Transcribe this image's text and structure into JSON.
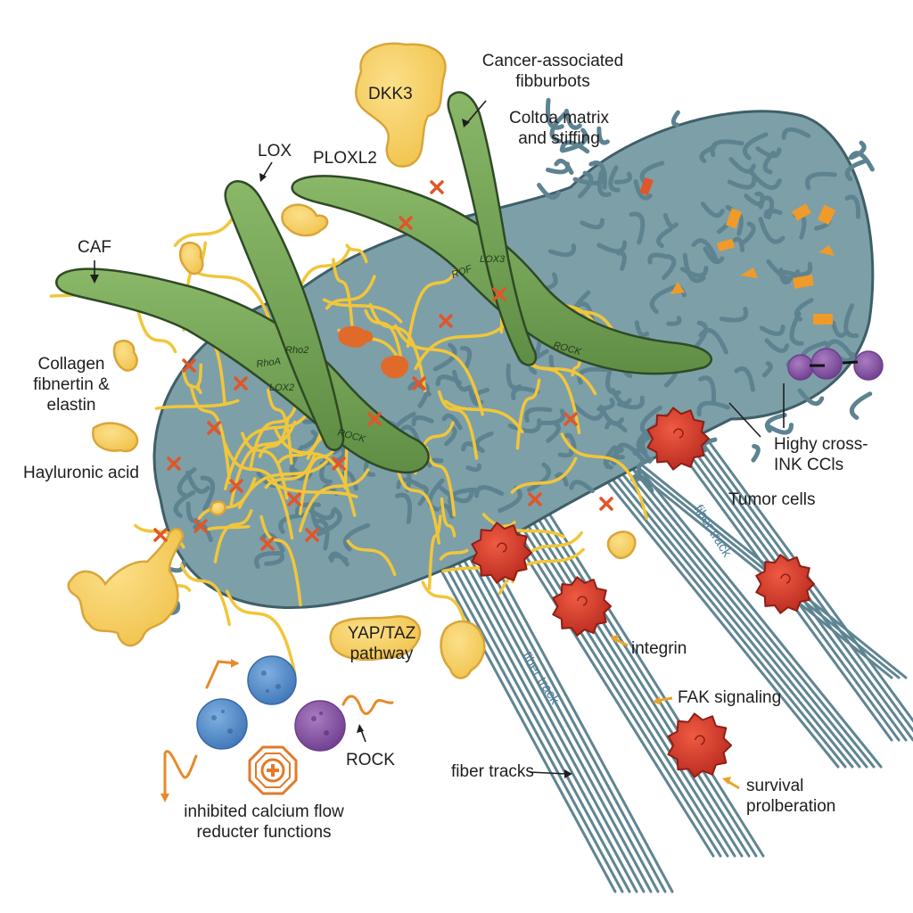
{
  "title": "CAF-driven matrix stiffening and tumor cell migration",
  "labels": {
    "caf_full": [
      "Cancer-associated",
      "fibburbots"
    ],
    "matrix": [
      "Coltoa matrix",
      "and stiffing"
    ],
    "dkk3": "DKK3",
    "lox": "LOX",
    "ploxl2": "PLOXL2",
    "caf": "CAF",
    "collagen": [
      "Collagen",
      "fibnertin &",
      "elastin"
    ],
    "hyaluronic": "Hayluronic acid",
    "crosslink": [
      "Highy cross-",
      "INK CCls"
    ],
    "tumor_cells": "Tumor cells",
    "yap_taz": [
      "YAP/TAZ",
      "pathway"
    ],
    "integrin": "integrin",
    "fak": "FAK signaling",
    "survival": [
      "survival",
      "prolberation"
    ],
    "fiber_tracks": "fiber tracks",
    "rock_bottom": "ROCK",
    "calcium": [
      "inhibited calcium flow",
      "reducter functions"
    ]
  },
  "inner_labels": {
    "rhoa": "RhoA",
    "rho2": "Rho2",
    "lox2": "LOX2",
    "rock1": "ROCK",
    "rof": "ROF",
    "lox3": "LOX3",
    "rock2": "ROCK",
    "fiber_track_1": "fiber track",
    "fiber_track_2": "fiber track"
  },
  "colors": {
    "caf_green": "#7aa85a",
    "caf_outline": "#2f4a26",
    "matrix_blue": "#7d9fa8",
    "matrix_outline": "#3f5f68",
    "ha_yellow": "#f6cd5c",
    "ha_outline": "#d9a53a",
    "fiber_yellow": "#f1c63a",
    "crosslink_orange": "#e0562a",
    "tumor_red": "#d93a2b",
    "arrow_orange": "#e8892a",
    "immune_blue": "#5b93cf",
    "immune_purple": "#8d5aa8",
    "track_line": "#5f8592"
  }
}
